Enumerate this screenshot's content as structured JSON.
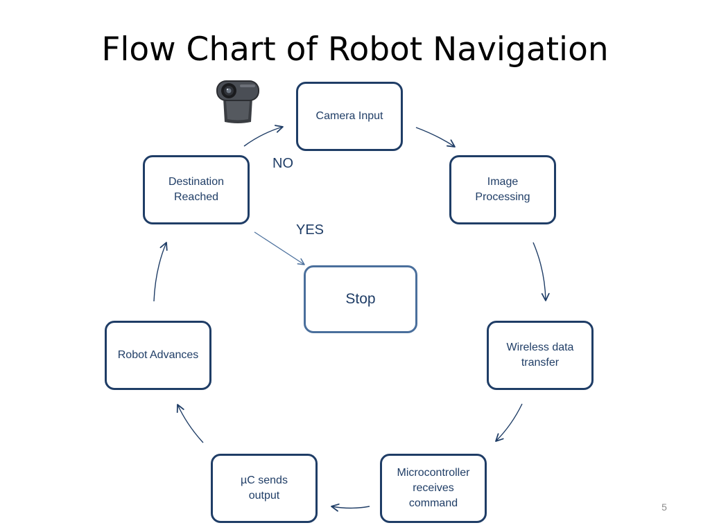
{
  "slide": {
    "title": "Flow Chart of Robot Navigation",
    "slide_number": "5",
    "colors": {
      "node_border": "#1f3d66",
      "node_text": "#1f3d66",
      "arrow": "#1f3d66",
      "stop_border": "#4a6f9c"
    }
  },
  "nodes": {
    "camera_input": "Camera Input",
    "image_processing": "Image\nProcessing",
    "wireless_data_transfer": "Wireless data\ntransfer",
    "microcontroller_receives_command": "Microcontroller\nreceives\ncommand",
    "uc_sends_output": "µC sends\noutput",
    "robot_advances": "Robot Advances",
    "destination_reached": "Destination\nReached",
    "stop": "Stop"
  },
  "branches": {
    "no": "NO",
    "yes": "YES"
  },
  "decorations": {
    "webcam_image": "webcam-icon"
  }
}
